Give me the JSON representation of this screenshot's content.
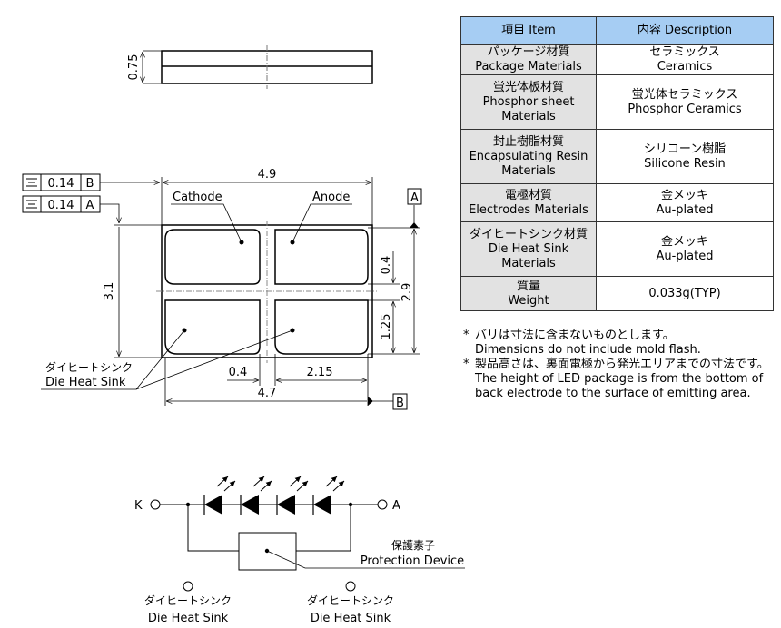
{
  "side_view": {
    "thickness_label": "0.75"
  },
  "top_view": {
    "tolerance_frames": [
      {
        "symbol": "symmetry",
        "symbol_glyph": "⌯",
        "value": "0.14",
        "datum": "B"
      },
      {
        "symbol": "symmetry",
        "symbol_glyph": "⌯",
        "value": "0.14",
        "datum": "A"
      }
    ],
    "dimensions": {
      "overall_width": "4.9",
      "overall_height": "3.1",
      "right_height": "2.9",
      "gap_upper": "0.4",
      "pad_height": "1.25",
      "gap_center": "0.4",
      "pad_width": "2.15",
      "inner_width": "4.7"
    },
    "datum_labels": {
      "right": "A",
      "bottom": "B"
    },
    "labels": {
      "cathode": "Cathode",
      "anode": "Anode",
      "die_heat_sink_ja": "ダイヒートシンク",
      "die_heat_sink_en": "Die Heat Sink"
    }
  },
  "spec_table": {
    "header": {
      "item": "項目 Item",
      "description": "内容 Description"
    },
    "rows": [
      {
        "item": [
          "パッケージ材質",
          "Package Materials"
        ],
        "description": [
          "セラミックス",
          "Ceramics"
        ]
      },
      {
        "item": [
          "蛍光体板材質",
          "Phosphor sheet",
          "Materials"
        ],
        "description": [
          "蛍光体セラミックス",
          "Phosphor Ceramics"
        ]
      },
      {
        "item": [
          "封止樹脂材質",
          "Encapsulating Resin",
          "Materials"
        ],
        "description": [
          "シリコーン樹脂",
          "Silicone Resin"
        ]
      },
      {
        "item": [
          "電極材質",
          "Electrodes Materials"
        ],
        "description": [
          "金メッキ",
          "Au-plated"
        ]
      },
      {
        "item": [
          "ダイヒートシンク材質",
          "Die Heat Sink",
          "Materials"
        ],
        "description": [
          "金メッキ",
          "Au-plated"
        ]
      },
      {
        "item": [
          "質量",
          "Weight"
        ],
        "description": [
          "0.033g(TYP)"
        ]
      }
    ],
    "colors": {
      "header_bg": "#a6cdf3",
      "item_bg": "#e2e2e2",
      "desc_bg": "#ffffff"
    }
  },
  "notes": [
    {
      "star": "*",
      "lines": [
        "バリは寸法に含まないものとします。",
        "Dimensions do not include mold flash."
      ]
    },
    {
      "star": "*",
      "lines": [
        "製品高さは、裏面電極から発光エリアまでの寸法です。",
        "The height of LED package is from the bottom of",
        "back electrode to the surface of emitting area."
      ]
    }
  ],
  "circuit": {
    "cathode_label": "K",
    "anode_label": "A",
    "led_count": 4,
    "protection_device_ja": "保護素子",
    "protection_device_en": "Protection Device",
    "heat_sinks": [
      {
        "label_ja": "ダイヒートシンク",
        "label_en": "Die Heat Sink"
      },
      {
        "label_ja": "ダイヒートシンク",
        "label_en": "Die Heat Sink"
      }
    ]
  }
}
